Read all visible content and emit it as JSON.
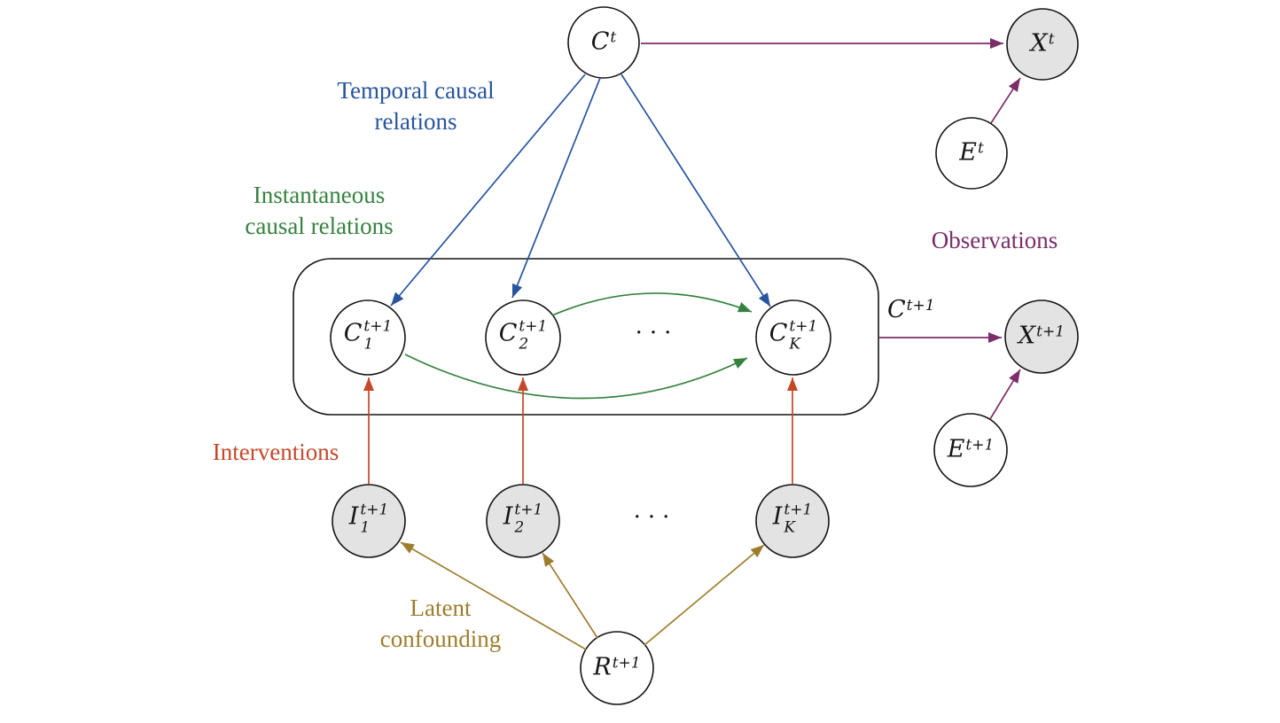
{
  "labels": {
    "temporal": "Temporal causal relations",
    "instantaneous": "Instantaneous causal relations",
    "observations": "Observations",
    "interventions": "Interventions",
    "confounding": "Latent confounding",
    "dots": "···",
    "box_output": {
      "base": "C",
      "sup": "t+1"
    }
  },
  "nodes": {
    "ct": {
      "base": "C",
      "sup": "t",
      "shaded": false
    },
    "xt": {
      "base": "X",
      "sup": "t",
      "shaded": true
    },
    "et": {
      "base": "E",
      "sup": "t",
      "shaded": false
    },
    "c1": {
      "base": "C",
      "sup": "t+1",
      "sub": "1",
      "shaded": false
    },
    "c2": {
      "base": "C",
      "sup": "t+1",
      "sub": "2",
      "shaded": false
    },
    "ck": {
      "base": "C",
      "sup": "t+1",
      "sub": "K",
      "shaded": false
    },
    "xt1": {
      "base": "X",
      "sup": "t+1",
      "shaded": true
    },
    "et1": {
      "base": "E",
      "sup": "t+1",
      "shaded": false
    },
    "i1": {
      "base": "I",
      "sup": "t+1",
      "sub": "1",
      "shaded": true
    },
    "i2": {
      "base": "I",
      "sup": "t+1",
      "sub": "2",
      "shaded": true
    },
    "ik": {
      "base": "I",
      "sup": "t+1",
      "sub": "K",
      "shaded": true
    },
    "rt1": {
      "base": "R",
      "sup": "t+1",
      "shaded": false
    }
  },
  "edges": [
    {
      "from": "C^t",
      "to": "X^t",
      "group": "observations"
    },
    {
      "from": "E^t",
      "to": "X^t",
      "group": "observations"
    },
    {
      "from": "C^t",
      "to": "C_1^{t+1}",
      "group": "temporal"
    },
    {
      "from": "C^t",
      "to": "C_2^{t+1}",
      "group": "temporal"
    },
    {
      "from": "C^t",
      "to": "C_K^{t+1}",
      "group": "temporal"
    },
    {
      "from": "C_1^{t+1}",
      "to": "C_K^{t+1}",
      "group": "instantaneous"
    },
    {
      "from": "C_2^{t+1}",
      "to": "C_K^{t+1}",
      "group": "instantaneous"
    },
    {
      "from": "C^{t+1}",
      "to": "X^{t+1}",
      "group": "observations"
    },
    {
      "from": "E^{t+1}",
      "to": "X^{t+1}",
      "group": "observations"
    },
    {
      "from": "I_1^{t+1}",
      "to": "C_1^{t+1}",
      "group": "interventions"
    },
    {
      "from": "I_2^{t+1}",
      "to": "C_2^{t+1}",
      "group": "interventions"
    },
    {
      "from": "I_K^{t+1}",
      "to": "C_K^{t+1}",
      "group": "interventions"
    },
    {
      "from": "R^{t+1}",
      "to": "I_1^{t+1}",
      "group": "confounding"
    },
    {
      "from": "R^{t+1}",
      "to": "I_2^{t+1}",
      "group": "confounding"
    },
    {
      "from": "R^{t+1}",
      "to": "I_K^{t+1}",
      "group": "confounding"
    }
  ],
  "colors": {
    "temporal": "#27549e",
    "instantaneous": "#35823f",
    "observations": "#7b2e69",
    "interventions": "#c3492a",
    "confounding": "#9d7d2d",
    "observed_fill": "#e3e3e3",
    "latent_fill": "#ffffff",
    "stroke": "#141414",
    "text": "#151515"
  }
}
